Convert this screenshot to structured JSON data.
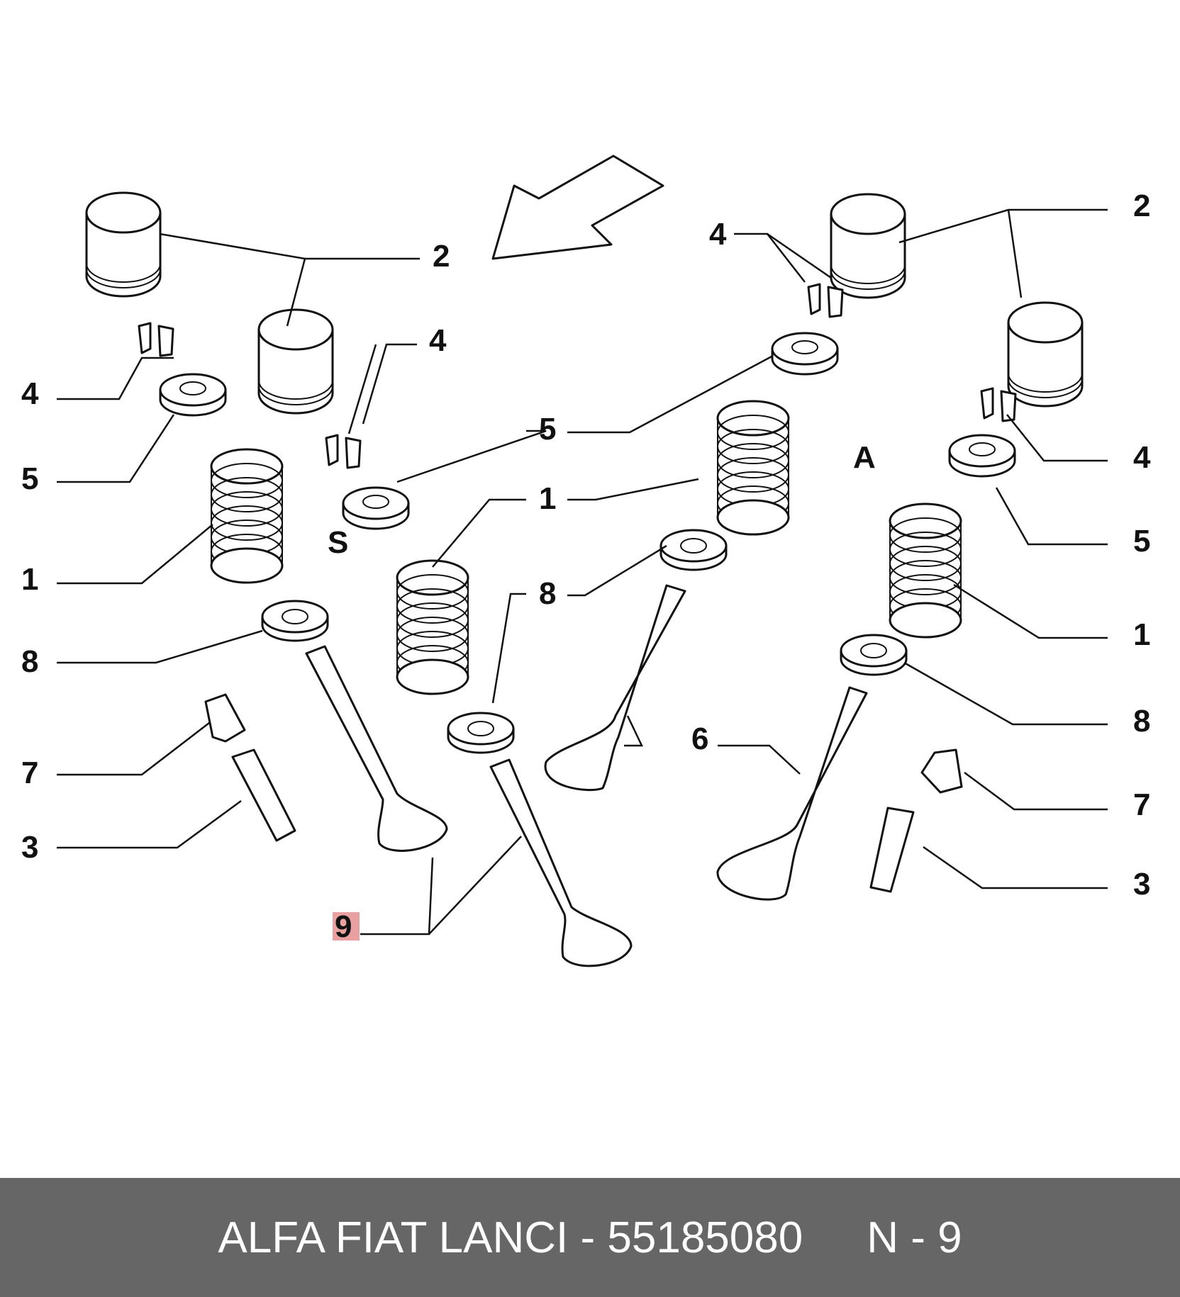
{
  "diagram": {
    "highlight_color": "#e8a0a0",
    "callouts": {
      "left_2": "2",
      "left_4a": "4",
      "left_4b": "4",
      "left_5a": "5",
      "left_5b": "5",
      "left_1a": "1",
      "left_1b": "1",
      "left_8a": "8",
      "left_8b": "8",
      "left_7": "7",
      "left_3": "3",
      "left_9": "9",
      "left_s": "S",
      "right_2": "2",
      "right_4a": "4",
      "right_4b": "4",
      "right_5": "5",
      "right_1": "1",
      "right_8": "8",
      "right_7": "7",
      "right_3": "3",
      "right_6": "6",
      "right_a": "A"
    }
  },
  "footer": {
    "part_text": "ALFA FIAT LANCI - 55185080",
    "position_text": "N - 9",
    "background": "#666666"
  }
}
